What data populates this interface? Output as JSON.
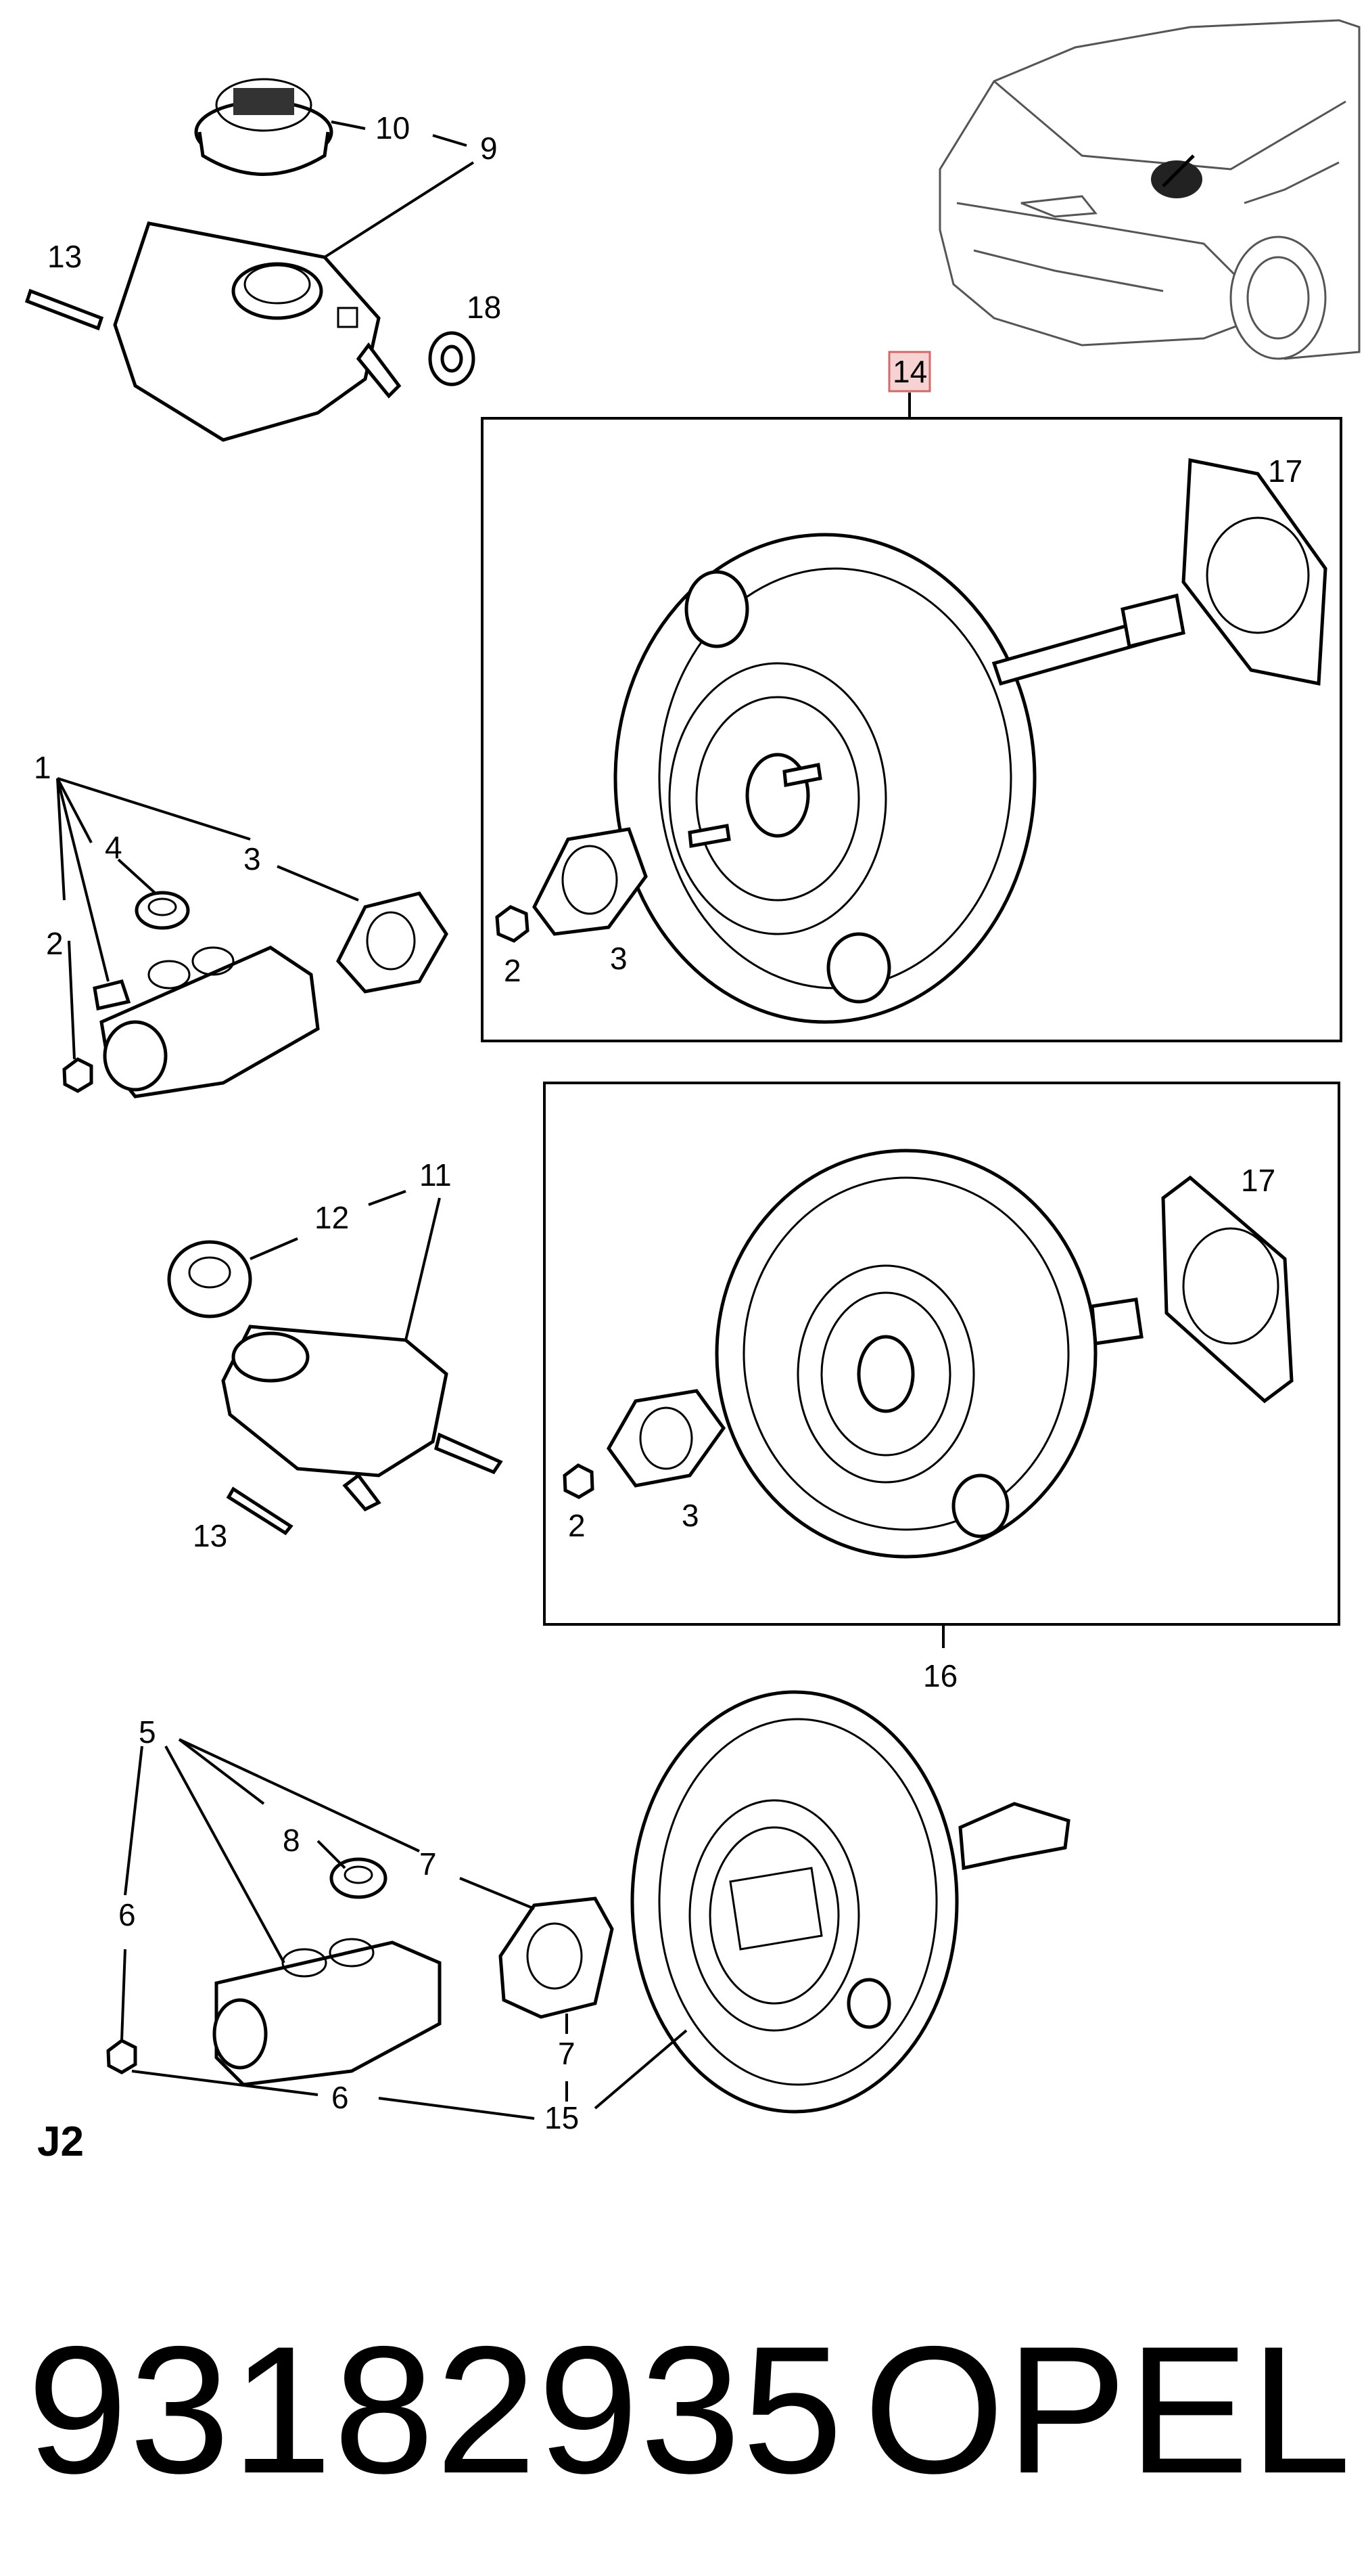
{
  "callouts": {
    "c1": "1",
    "c2": "2",
    "c3": "3",
    "c4": "4",
    "c5": "5",
    "c6": "6",
    "c7": "7",
    "c8": "8",
    "c9": "9",
    "c10": "10",
    "c11": "11",
    "c12": "12",
    "c13": "13",
    "c14": "14",
    "c15": "15",
    "c16": "16",
    "c17": "17",
    "c18": "18"
  },
  "section_label": "J2",
  "footer": {
    "part_number": "93182935",
    "brand": "OPEL"
  }
}
